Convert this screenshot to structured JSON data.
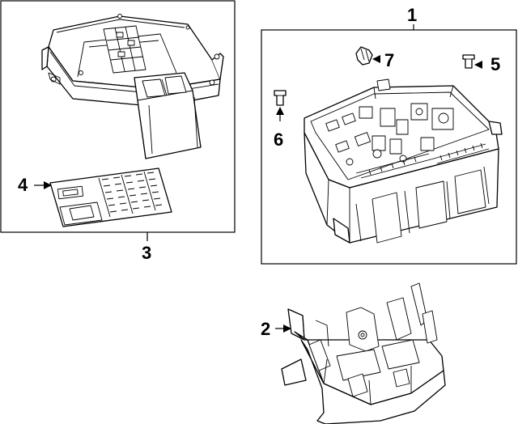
{
  "callouts": [
    {
      "id": "1",
      "label": "1"
    },
    {
      "id": "2",
      "label": "2"
    },
    {
      "id": "3",
      "label": "3"
    },
    {
      "id": "4",
      "label": "4"
    },
    {
      "id": "5",
      "label": "5"
    },
    {
      "id": "6",
      "label": "6"
    },
    {
      "id": "7",
      "label": "7"
    }
  ],
  "parts": {
    "p1": "fuse-relay-box-assembly",
    "p2": "lower-bracket",
    "p3": "cover",
    "p4": "label",
    "p5": "fuse",
    "p6": "fuse",
    "p7": "fuse-puller"
  }
}
